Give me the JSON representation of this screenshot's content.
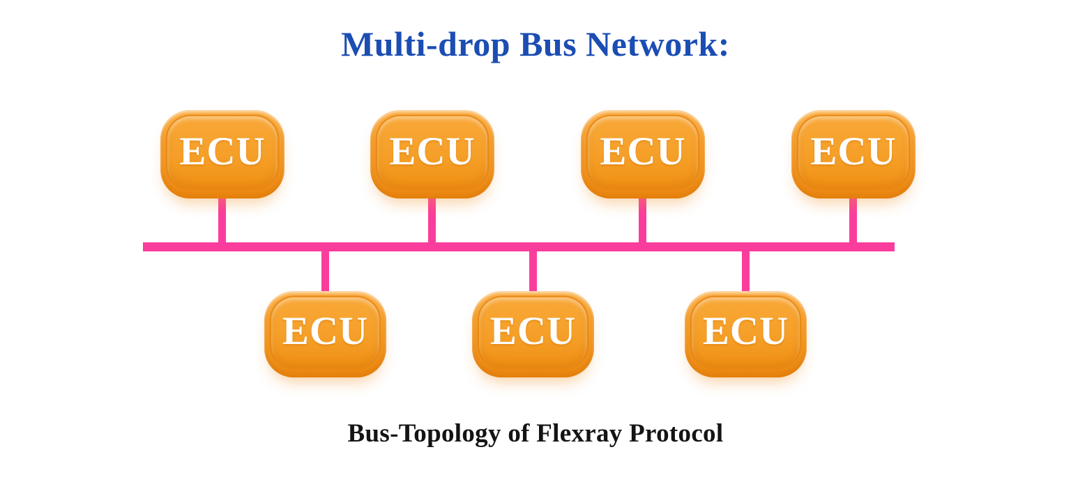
{
  "diagram": {
    "title": "Multi-drop Bus Network:",
    "caption": "Bus-Topology of Flexray Protocol",
    "nodes": [
      {
        "label": "ECU",
        "row": "top"
      },
      {
        "label": "ECU",
        "row": "top"
      },
      {
        "label": "ECU",
        "row": "top"
      },
      {
        "label": "ECU",
        "row": "top"
      },
      {
        "label": "ECU",
        "row": "bottom"
      },
      {
        "label": "ECU",
        "row": "bottom"
      },
      {
        "label": "ECU",
        "row": "bottom"
      }
    ],
    "topology": {
      "type": "multi-drop bus",
      "top_row_count": 4,
      "bottom_row_count": 3
    },
    "colors": {
      "background": "#ffffff",
      "title_blue": "#1b4db3",
      "bus_pink": "#fa3d9d",
      "node_orange": "#f59e2b",
      "node_label": "#ffffff",
      "caption_black": "#141414"
    }
  }
}
